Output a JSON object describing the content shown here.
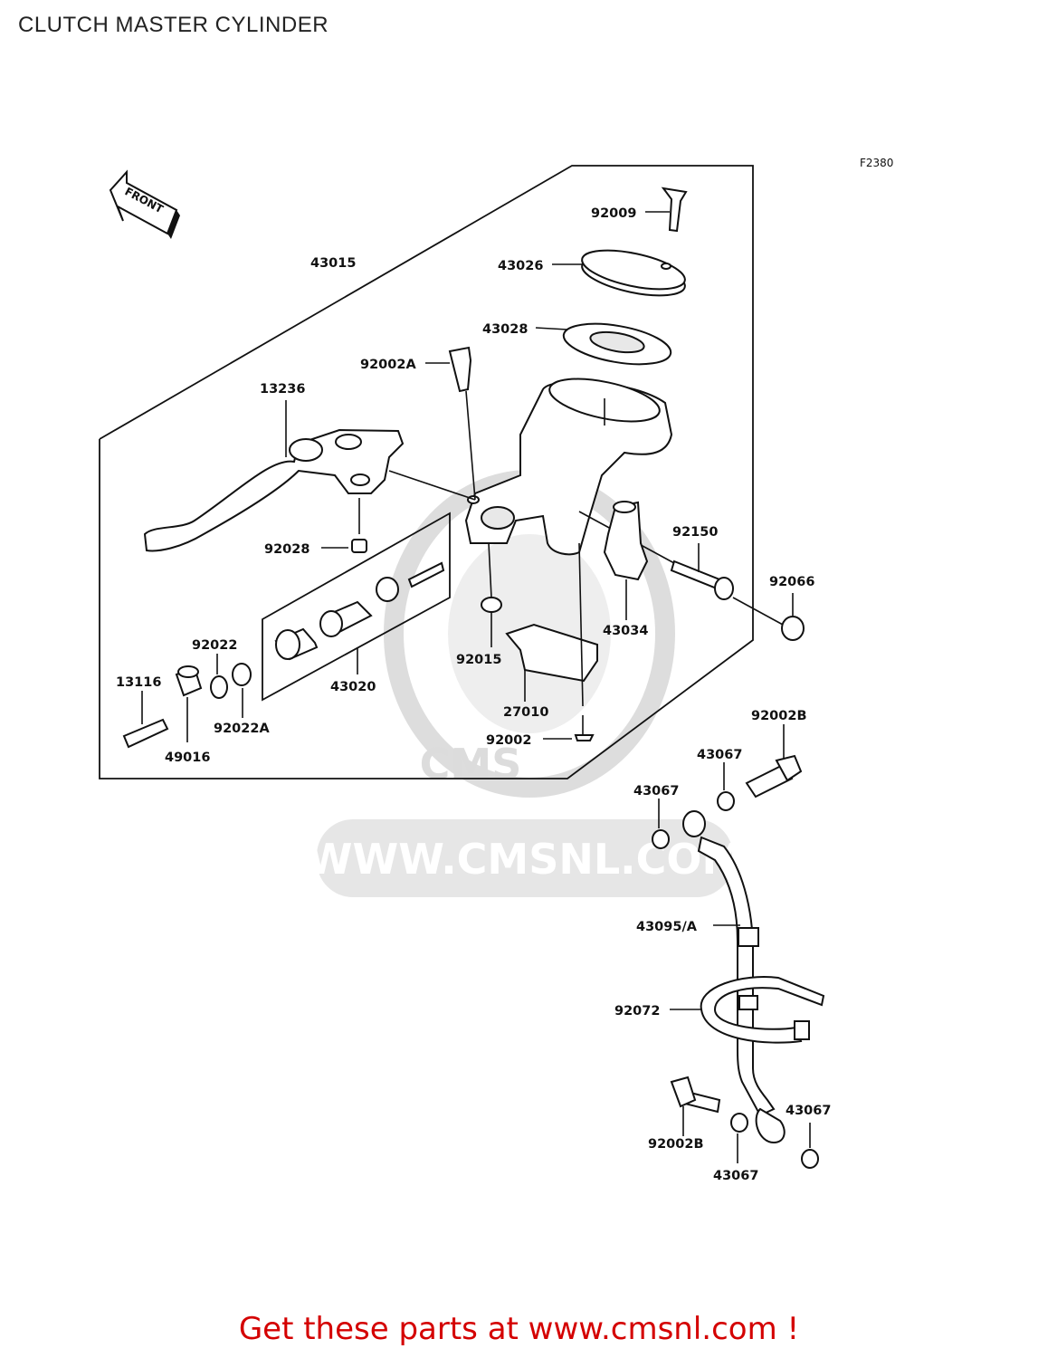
{
  "page": {
    "title": "CLUTCH MASTER CYLINDER",
    "footer_cta": "Get these parts at www.cmsnl.com !"
  },
  "diagram": {
    "figure_code": "F2380",
    "front_indicator": "FRONT",
    "watermark": {
      "text": "WWW.CMSNL.COM",
      "logo_text": "CMS"
    },
    "part_labels": {
      "p92009": "92009",
      "p43026": "43026",
      "p43015": "43015",
      "p43028": "43028",
      "p92002A": "92002A",
      "p13236": "13236",
      "p92150": "92150",
      "p92066": "92066",
      "p92028": "92028",
      "p43034": "43034",
      "p92015": "92015",
      "p92022": "92022",
      "p13116": "13116",
      "p43020": "43020",
      "p92022A": "92022A",
      "p27010": "27010",
      "p49016": "49016",
      "p92002": "92002",
      "p92002B_top": "92002B",
      "p43067_a": "43067",
      "p43067_b": "43067",
      "p43095A": "43095/A",
      "p92072": "92072",
      "p43067_c": "43067",
      "p92002B_bottom": "92002B",
      "p43067_d": "43067"
    }
  },
  "colors": {
    "cta": "#d40000",
    "line": "#111111",
    "watermark": "#d9d9d9"
  }
}
